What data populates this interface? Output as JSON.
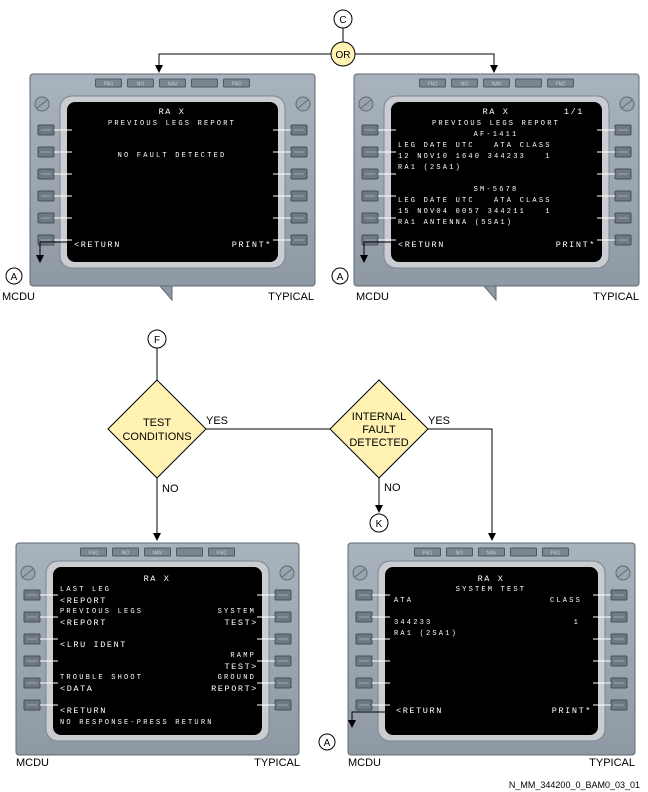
{
  "connectors": {
    "top": "C",
    "or": "OR",
    "f": "F",
    "k": "K",
    "a": "A"
  },
  "decisions": {
    "test_conditions": {
      "line1": "TEST",
      "line2": "CONDITIONS",
      "yes": "YES",
      "no": "NO"
    },
    "internal_fault": {
      "line1": "INTERNAL",
      "line2": "FAULT",
      "line3": "DETECTED",
      "yes": "YES",
      "no": "NO"
    }
  },
  "captions": {
    "mcdu": "MCDU",
    "typical": "TYPICAL"
  },
  "figure_id": "N_MM_344200_0_BAM0_03_01",
  "mcdu_legs_empty": {
    "title": "RA X",
    "subtitle": "PREVIOUS LEGS REPORT",
    "message": "NO FAULT DETECTED",
    "left_action": "<RETURN",
    "right_action": "PRINT*"
  },
  "mcdu_legs_list": {
    "title": "RA X",
    "page": "1/1",
    "subtitle": "PREVIOUS LEGS REPORT",
    "flight1": "AF-1411",
    "header1": "LEG DATE UTC   ATA CLASS",
    "row1": "12 NOV10 1640 344233   1",
    "lru1": "RA1 (2SA1)",
    "flight2": "SM-5678",
    "header2": "LEG DATE UTC   ATA CLASS",
    "row2": "15 NOV04 0057 344211   1",
    "lru2": "RA1 ANTENNA (5SA1)",
    "left_action": "<RETURN",
    "right_action": "PRINT*"
  },
  "mcdu_menu": {
    "title": "RA X",
    "l1_small": "LAST LEG",
    "l1": "<REPORT",
    "l2_small": "PREVIOUS LEGS",
    "l2": "<REPORT",
    "r2_small": "SYSTEM",
    "r2": "TEST>",
    "l3": "<LRU IDENT",
    "r4_small": "RAMP",
    "r4": "TEST>",
    "l4_small": "TROUBLE SHOOT",
    "r5_small": "GROUND",
    "l5": "<DATA",
    "r5": "REPORT>",
    "l6": "<RETURN",
    "footer": "NO RESPONSE-PRESS RETURN"
  },
  "mcdu_system_test": {
    "title": "RA X",
    "subtitle": "SYSTEM TEST",
    "col_left": "ATA",
    "col_right": "CLASS",
    "ata": "344233",
    "class_value": "1",
    "lru": "RA1 (2SA1)",
    "left_action": "<RETURN",
    "right_action": "PRINT*"
  },
  "panel_top_keys": [
    "FM1",
    "NO",
    "NAV",
    "",
    "FM2"
  ]
}
